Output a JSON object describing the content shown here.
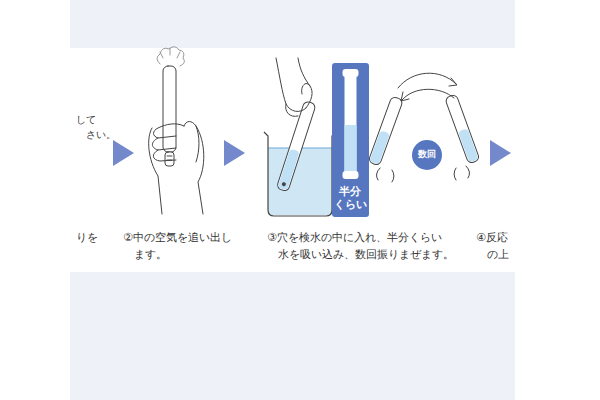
{
  "diagram": {
    "nodes": [
      {
        "text": [
          "半分 くらい"
        ]
      },
      {
        "text": [
          "数回"
        ]
      }
    ],
    "labels": [
      "して さい。",
      "りを",
      "②中の空気を追い出し ます。",
      "③穴を検水の中に入れ、半分くらい 水を吸い込み、数回振りまぜます。",
      "④反応 の上"
    ]
  }
}
